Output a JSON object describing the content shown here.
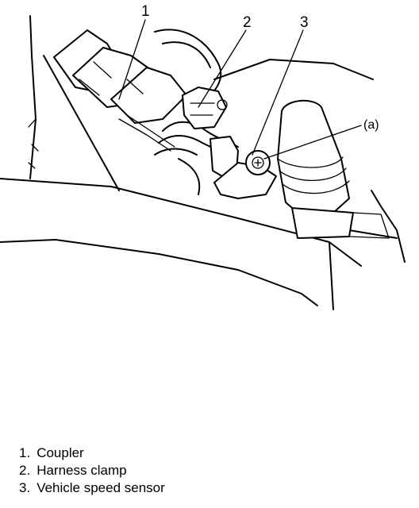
{
  "callouts": [
    {
      "label": "1"
    },
    {
      "label": "2"
    },
    {
      "label": "3"
    },
    {
      "label": "(a)"
    }
  ],
  "legend": [
    {
      "num": "1.",
      "text": "Coupler"
    },
    {
      "num": "2.",
      "text": "Harness clamp"
    },
    {
      "num": "3.",
      "text": "Vehicle speed sensor"
    }
  ]
}
